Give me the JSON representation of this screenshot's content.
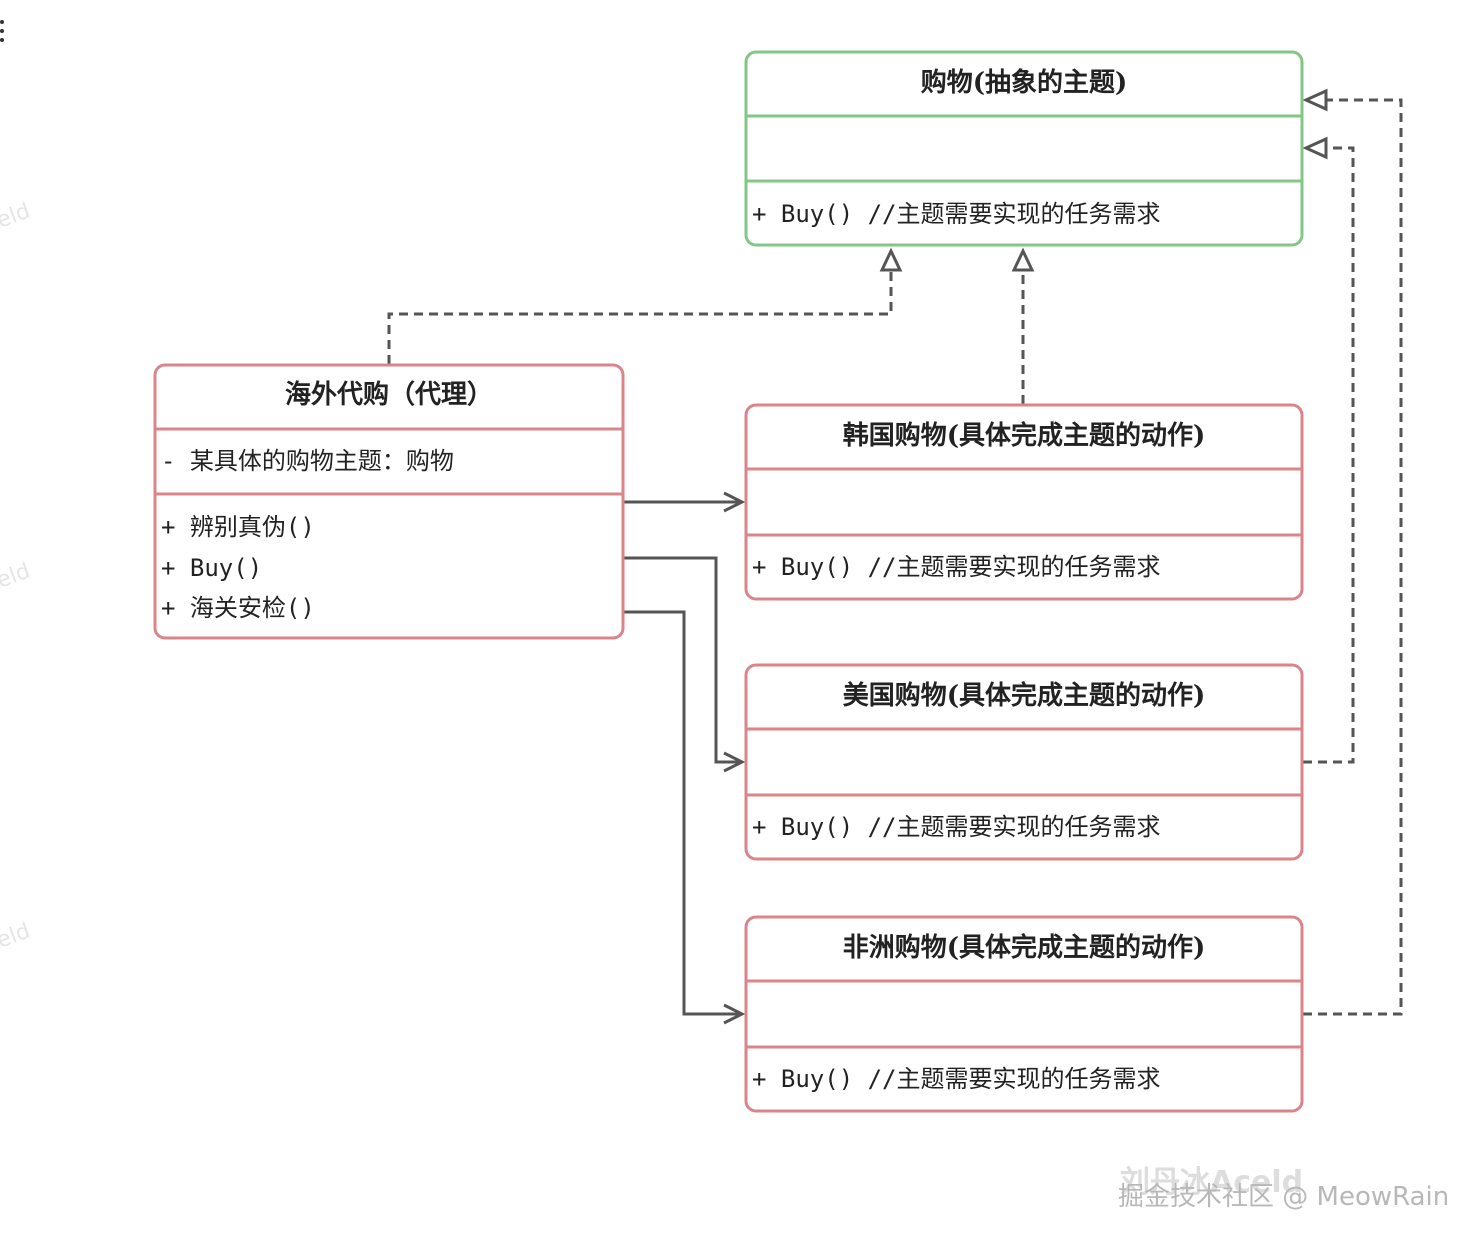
{
  "classes": {
    "shopping": {
      "title": "购物(抽象的主题)",
      "attributes": [],
      "methods": [
        "+ Buy() //主题需要实现的任务需求"
      ],
      "border": "#82c785"
    },
    "proxy": {
      "title": "海外代购（代理）",
      "attributes": [
        "- 某具体的购物主题：购物"
      ],
      "methods": [
        "+ 辨别真伪()",
        "+ Buy()",
        "+ 海关安检()"
      ],
      "border": "#d9858a"
    },
    "korea": {
      "title": "韩国购物(具体完成主题的动作)",
      "attributes": [],
      "methods": [
        "+ Buy() //主题需要实现的任务需求"
      ],
      "border": "#d9858a"
    },
    "usa": {
      "title": "美国购物(具体完成主题的动作)",
      "attributes": [],
      "methods": [
        "+ Buy() //主题需要实现的任务需求"
      ],
      "border": "#d9858a"
    },
    "africa": {
      "title": "非洲购物(具体完成主题的动作)",
      "attributes": [],
      "methods": [
        "+ Buy() //主题需要实现的任务需求"
      ],
      "border": "#d9858a"
    }
  },
  "relations": [
    {
      "from": "proxy",
      "to": "shopping",
      "type": "realization"
    },
    {
      "from": "korea",
      "to": "shopping",
      "type": "realization"
    },
    {
      "from": "usa",
      "to": "shopping",
      "type": "realization"
    },
    {
      "from": "africa",
      "to": "shopping",
      "type": "realization"
    },
    {
      "from": "proxy",
      "to": "korea",
      "type": "association"
    },
    {
      "from": "proxy",
      "to": "usa",
      "type": "association"
    },
    {
      "from": "proxy",
      "to": "africa",
      "type": "association"
    }
  ],
  "watermark": {
    "main": "掘金技术社区 @ MeowRain",
    "ghost": "刘丹冰Aceld",
    "side": "eld"
  },
  "colors": {
    "edge": "#555555",
    "text": "#222222"
  },
  "icons": {
    "corner": "vertical-dots-icon"
  }
}
